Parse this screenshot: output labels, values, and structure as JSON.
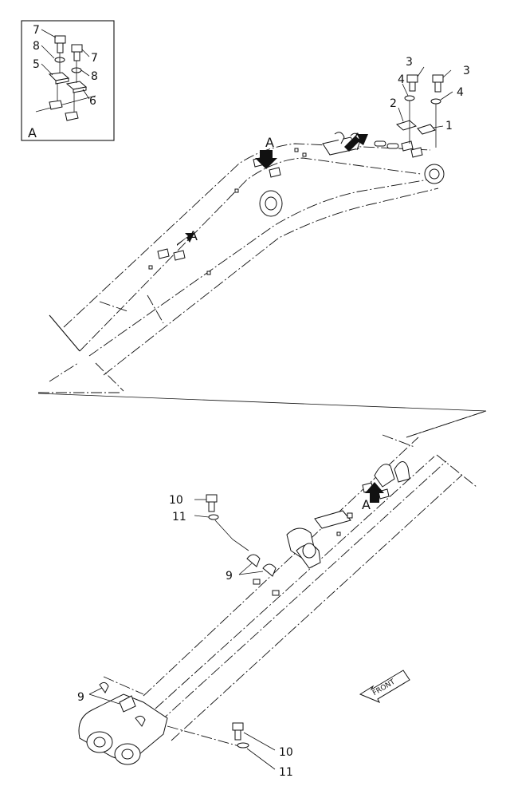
{
  "callouts": {
    "c1": "1",
    "c2": "2",
    "c3a": "3",
    "c3b": "3",
    "c4a": "4",
    "c4b": "4",
    "c5": "5",
    "c6": "6",
    "c7a": "7",
    "c7b": "7",
    "c8a": "8",
    "c8b": "8",
    "c9a": "9",
    "c9b": "9",
    "c10a": "10",
    "c10b": "10",
    "c11a": "11",
    "c11b": "11"
  },
  "view_markers": {
    "inset": "A",
    "a1": "A",
    "a2": "A",
    "a3": "A",
    "a4": "A"
  },
  "front_label": "FRONT"
}
